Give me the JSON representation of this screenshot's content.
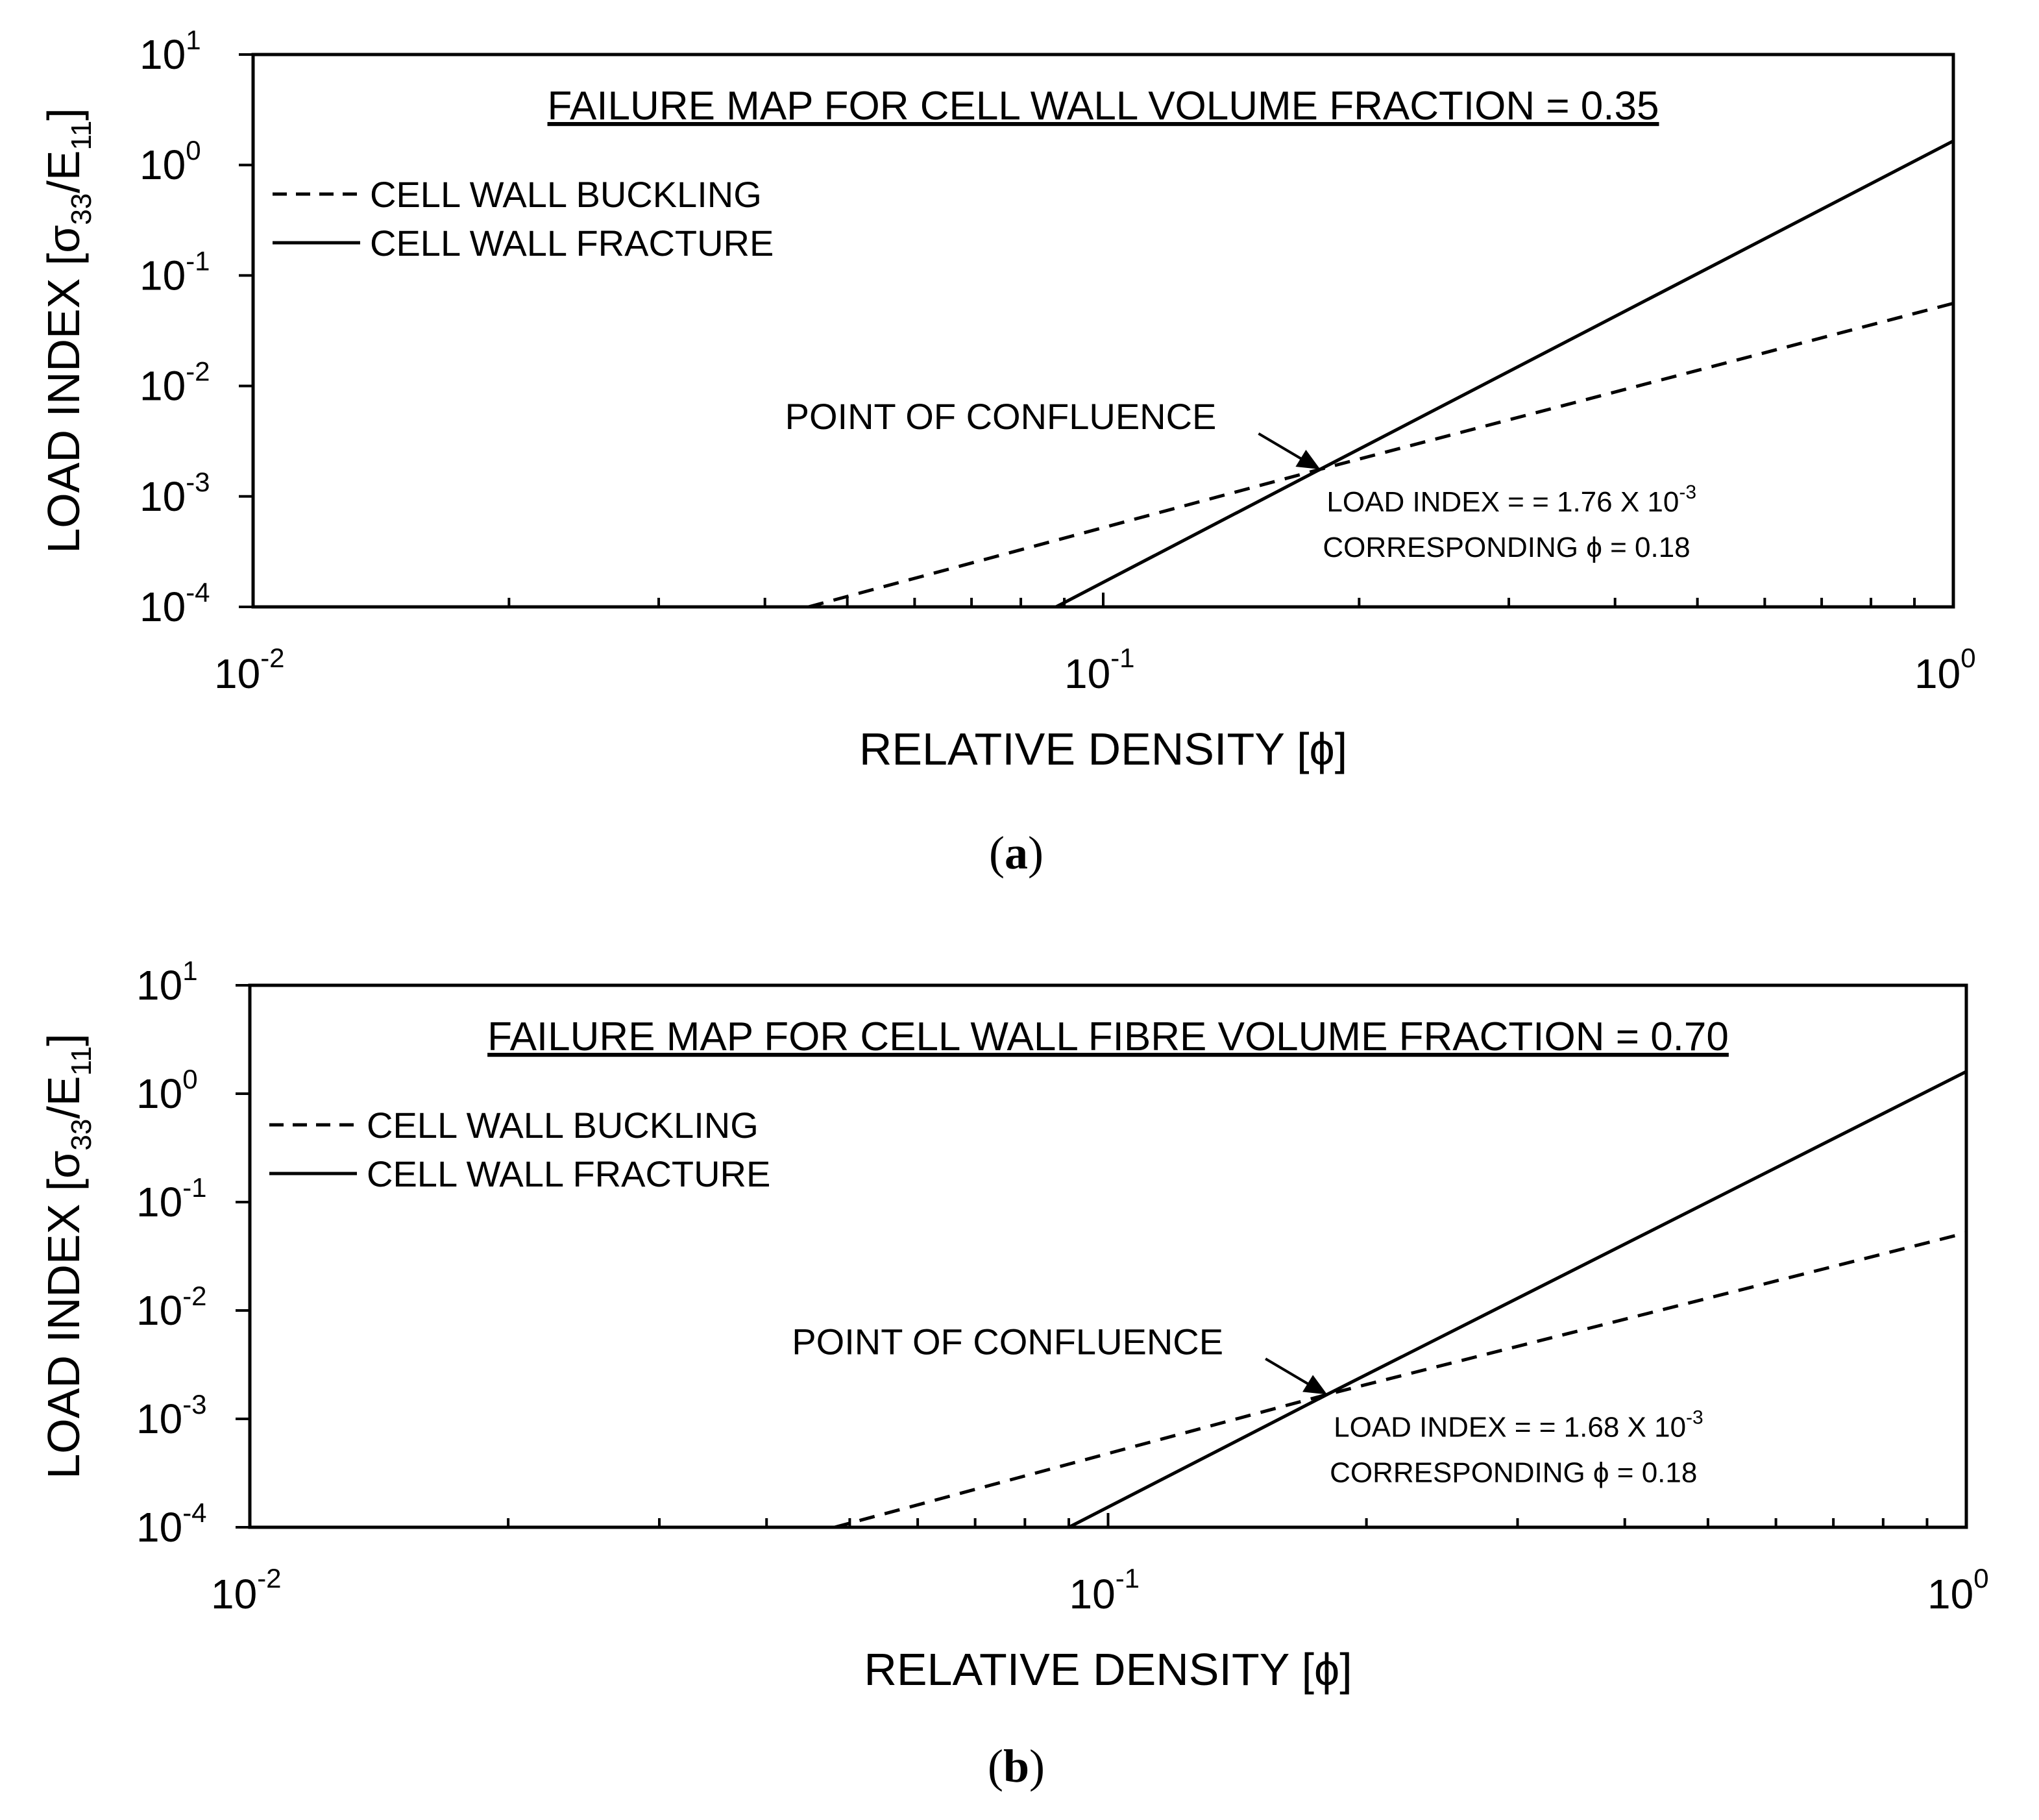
{
  "chart_data": [
    {
      "type": "line",
      "panel_label": "a",
      "title": "FAILURE MAP FOR CELL WALL VOLUME FRACTION = 0.35",
      "xlabel": "RELATIVE DENSITY [ϕ]",
      "ylabel": {
        "main": "LOAD INDEX [σ",
        "sub1": "33",
        "mid": "/E",
        "sub2": "11",
        "end": "]"
      },
      "xscale": "log",
      "yscale": "log",
      "xlim": [
        0.01,
        1
      ],
      "ylim": [
        0.0001,
        10
      ],
      "x_ticks": [
        {
          "base": "10",
          "exp": "-2"
        },
        {
          "base": "10",
          "exp": "-1"
        },
        {
          "base": "10",
          "exp": "0"
        }
      ],
      "y_ticks": [
        {
          "base": "10",
          "exp": "1"
        },
        {
          "base": "10",
          "exp": "0"
        },
        {
          "base": "10",
          "exp": "-1"
        },
        {
          "base": "10",
          "exp": "-2"
        },
        {
          "base": "10",
          "exp": "-3"
        },
        {
          "base": "10",
          "exp": "-4"
        }
      ],
      "legend_position": "top-left",
      "series": [
        {
          "name": "CELL WALL BUCKLING",
          "style": "dashed",
          "x": [
            0.045,
            0.18,
            1.0
          ],
          "y": [
            0.0001,
            0.00176,
            0.056
          ]
        },
        {
          "name": "CELL WALL FRACTURE",
          "style": "solid",
          "x": [
            0.088,
            0.18,
            1.0
          ],
          "y": [
            0.0001,
            0.00176,
            1.65
          ]
        }
      ],
      "confluence": {
        "label": "POINT OF CONFLUENCE",
        "x": 0.18,
        "y": 0.00176,
        "load_index": {
          "prefix": "LOAD INDEX = = 1.76 X 10",
          "exp": "-3"
        },
        "phi_text": "CORRESPONDING ϕ = 0.18"
      }
    },
    {
      "type": "line",
      "panel_label": "b",
      "title": "FAILURE MAP FOR CELL WALL FIBRE VOLUME FRACTION = 0.70",
      "xlabel": "RELATIVE DENSITY [ϕ]",
      "ylabel": {
        "main": "LOAD INDEX [σ",
        "sub1": "33",
        "mid": "/E",
        "sub2": "11",
        "end": "]"
      },
      "xscale": "log",
      "yscale": "log",
      "xlim": [
        0.01,
        1
      ],
      "ylim": [
        0.0001,
        10
      ],
      "x_ticks": [
        {
          "base": "10",
          "exp": "-2"
        },
        {
          "base": "10",
          "exp": "-1"
        },
        {
          "base": "10",
          "exp": "0"
        }
      ],
      "y_ticks": [
        {
          "base": "10",
          "exp": "1"
        },
        {
          "base": "10",
          "exp": "0"
        },
        {
          "base": "10",
          "exp": "-1"
        },
        {
          "base": "10",
          "exp": "-2"
        },
        {
          "base": "10",
          "exp": "-3"
        },
        {
          "base": "10",
          "exp": "-4"
        }
      ],
      "legend_position": "top-left",
      "series": [
        {
          "name": "CELL WALL BUCKLING",
          "style": "dashed",
          "x": [
            0.048,
            0.18,
            1.0
          ],
          "y": [
            0.0001,
            0.00168,
            0.052
          ]
        },
        {
          "name": "CELL WALL FRACTURE",
          "style": "solid",
          "x": [
            0.09,
            0.18,
            1.0
          ],
          "y": [
            0.0001,
            0.00168,
            1.6
          ]
        }
      ],
      "confluence": {
        "label": "POINT OF CONFLUENCE",
        "x": 0.18,
        "y": 0.00168,
        "load_index": {
          "prefix": "LOAD INDEX = = 1.68 X 10",
          "exp": "-3"
        },
        "phi_text": "CORRESPONDING ϕ = 0.18"
      }
    }
  ]
}
